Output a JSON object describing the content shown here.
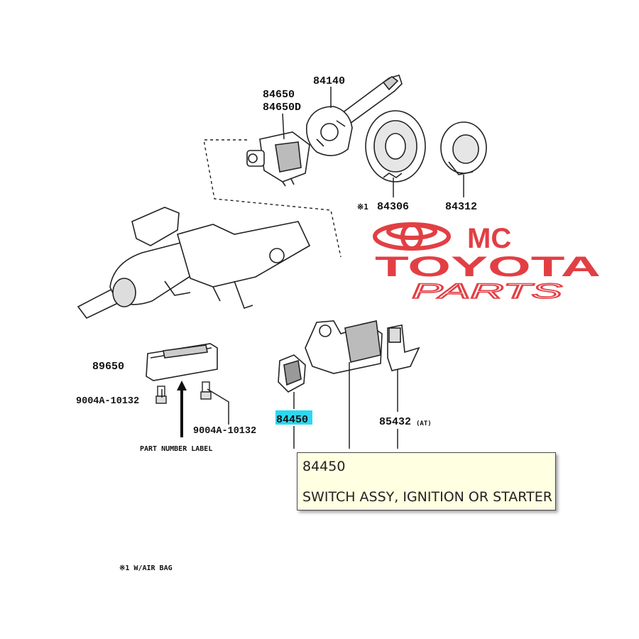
{
  "parts": {
    "p84140": "84140",
    "p84650": "84650",
    "p84650D": "84650D",
    "p84306": "84306",
    "p84306_note": "※1",
    "p84312": "84312",
    "p89650": "89650",
    "p9004A_left": "9004A-10132",
    "p9004A_right": "9004A-10132",
    "part_number_label": "PART NUMBER LABEL",
    "p84450": "84450",
    "p85432": "85432",
    "p85432_note": "(AT)"
  },
  "footnote": "※1 W/AIR BAG",
  "watermark": {
    "line1": "MC",
    "line2": "TOYOTA",
    "line3": "PARTS",
    "color": "#e02f35"
  },
  "tooltip": {
    "code": "84450",
    "description": "SWITCH ASSY, IGNITION OR STARTER"
  },
  "colors": {
    "highlight": "#2bd8f0",
    "tooltip_bg": "#ffffe1"
  }
}
